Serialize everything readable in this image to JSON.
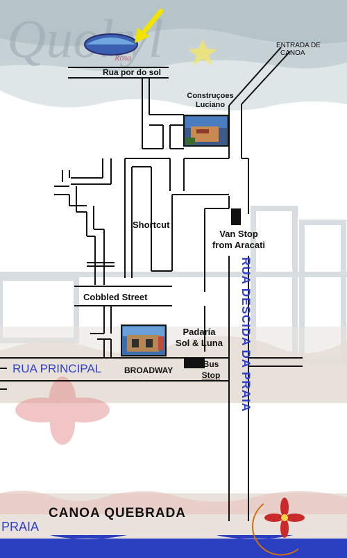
{
  "logo": {
    "text": "Rosa"
  },
  "labels": {
    "rua_por_do_sol": "Rua por do sol",
    "entrada_line1": "ENTRADA DE",
    "entrada_line2": "CANOA",
    "construcoes_line1": "Construçoes",
    "construcoes_line2": "Luciano",
    "shortcut": "Shortcut",
    "van_stop_line1": "Van Stop",
    "van_stop_line2": "from Aracati",
    "cobbled_street": "Cobbled Street",
    "padaria_line1": "Padaría",
    "padaria_line2": "Sol & Luna",
    "rua_principal": "RUA PRINCIPAL",
    "broadway": "BROADWAY",
    "bus_stop_line1": "Bus",
    "bus_stop_line2": "Stop",
    "rua_descida": "RUA DESCIDA DA PRAIA",
    "canoa_quebrada": "CANOA QUEBRADA",
    "praia": "PRAIA"
  },
  "colors": {
    "road": "#111111",
    "blue_text": "#2f3fd0",
    "beach_blue": "#2a3fc0",
    "sky": "#c9d4d8",
    "arrow": "#f2e400"
  }
}
